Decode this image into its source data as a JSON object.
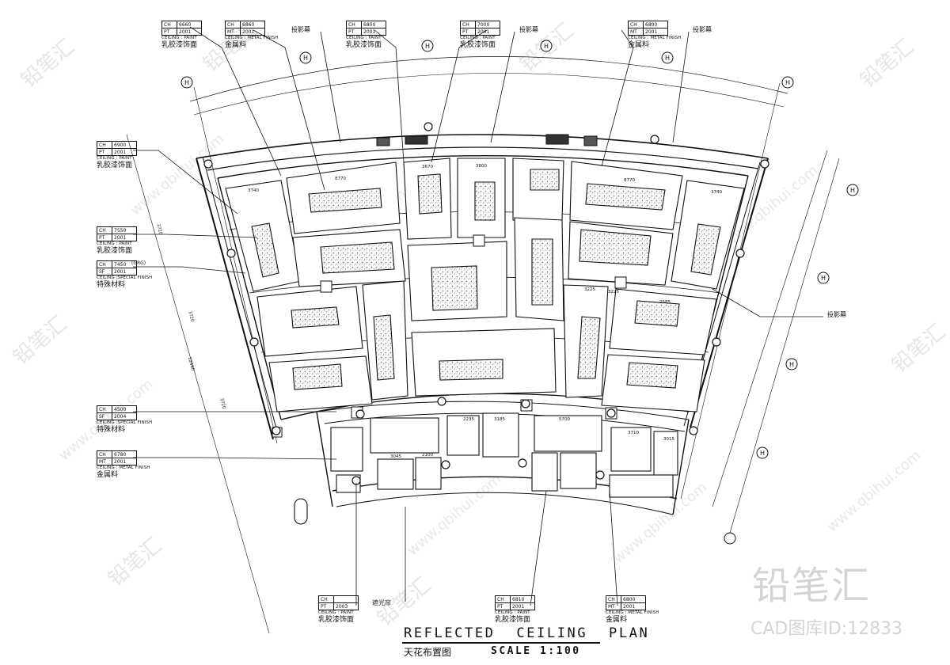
{
  "tags": [
    {
      "id": "t-top-1",
      "ch": "6660",
      "code_prefix": "PT",
      "code": "2001",
      "type": "CEILING : PAINT",
      "cn": "乳胶漆饰面"
    },
    {
      "id": "t-top-2",
      "ch": "6860",
      "code_prefix": "MT",
      "code": "2001",
      "type": "CEILING : METAL FINISH",
      "cn": "金属料"
    },
    {
      "id": "t-top-3",
      "ch": "6800",
      "code_prefix": "PT",
      "code": "2001",
      "type": "CEILING : PAINT",
      "cn": "乳胶漆饰面"
    },
    {
      "id": "t-top-4",
      "ch": "7000",
      "code_prefix": "PT",
      "code": "2001",
      "type": "CEILING : PAINT",
      "cn": "乳胶漆饰面"
    },
    {
      "id": "t-top-5",
      "ch": "6800",
      "code_prefix": "MT",
      "code": "2001",
      "type": "CEILING : METAL FINISH",
      "cn": "金属料"
    },
    {
      "id": "t-left-1",
      "ch": "6900",
      "code_prefix": "PT",
      "code": "2001",
      "type": "CEILING : PAINT",
      "cn": "乳胶漆饰面"
    },
    {
      "id": "t-left-2",
      "ch": "7550",
      "code_prefix": "PT",
      "code": "2001",
      "type": "CEILING : PAINT",
      "cn": "乳胶漆饰面"
    },
    {
      "id": "t-left-3",
      "ch": "7450",
      "ch_note": "(GRG)",
      "code_prefix": "SF",
      "code": "2001",
      "type": "CEILING :SPECIAL FINISH",
      "cn": "特殊材料"
    },
    {
      "id": "t-left-4",
      "ch": "4500",
      "code_prefix": "SF",
      "code": "2004",
      "type": "CEILING :SPECIAL FINISH",
      "cn": "特殊材料"
    },
    {
      "id": "t-left-5",
      "ch": "6780",
      "code_prefix": "MT",
      "code": "2001",
      "type": "CEILING : METAL FINISH",
      "cn": "金属料"
    },
    {
      "id": "t-bot-1",
      "ch": "",
      "code_prefix": "PT",
      "code": "2003",
      "type": "CEILING : PAINT",
      "cn": "乳胶漆饰面"
    },
    {
      "id": "t-bot-2",
      "ch": "6810",
      "code_prefix": "PT",
      "code": "2001",
      "type": "CEILING : PAINT",
      "cn": "乳胶漆饰面"
    },
    {
      "id": "t-bot-3",
      "ch": "6800",
      "code_prefix": "MT",
      "code": "2001",
      "type": "CEILING : METAL FINISH",
      "cn": "金属料"
    }
  ],
  "annotations": {
    "projector_1": "投影幕",
    "projector_2": "投影幕",
    "projector_3": "投影幕",
    "projector_right": "投影幕",
    "blackout_curtain": "遮光帘"
  },
  "grid_bubbles": [
    "H",
    "H",
    "H",
    "H",
    "H",
    "H",
    "H",
    "H",
    "H",
    "H"
  ],
  "dimensions": {
    "top_row": [
      "3740",
      "8770",
      "3670",
      "3800",
      "8770",
      "3740"
    ],
    "mid": [
      "3225",
      "3225",
      "2585",
      "3045",
      "2100",
      "2235",
      "3185",
      "5700",
      "3710",
      "3015"
    ],
    "side": [
      "3720",
      "3720",
      "12460",
      "3720"
    ]
  },
  "title": {
    "main": "REFLECTED  CEILING  PLAN",
    "cn": "天花布置图",
    "scale": "SCALE  1:100"
  },
  "watermark": {
    "brand": "铅笔汇",
    "id_text": "CAD图库ID:12833",
    "url": "www.qbihui.com"
  },
  "colors": {
    "line": "#111111",
    "hatch": "#777777",
    "watermark": "#d4d4d4"
  }
}
